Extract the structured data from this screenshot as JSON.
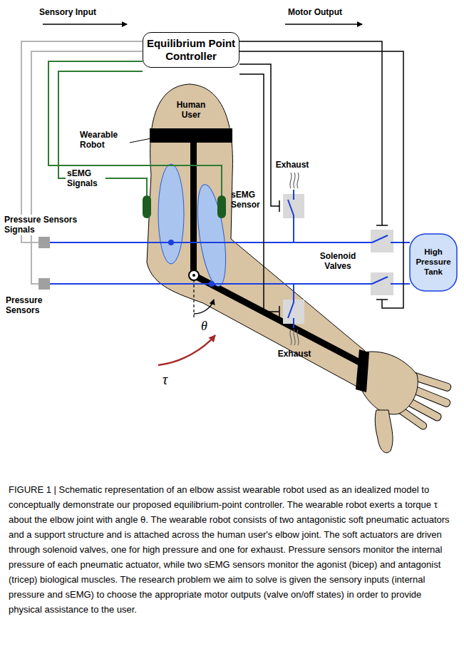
{
  "diagram": {
    "caption": "FIGURE 1 | Schematic representation of an elbow assist wearable robot used as an idealized model to conceptually demonstrate our proposed equilibrium-point controller. The wearable robot exerts a torque τ about the elbow joint with angle θ. The wearable robot consists of two antagonistic soft pneumatic actuators and a support structure and is attached across the human user's elbow joint. The soft actuators are driven through solenoid valves, one for high pressure and one for exhaust. Pressure sensors monitor the internal pressure of each pneumatic actuator, while two sEMG sensors monitor the agonist (bicep) and antagonist (tricep) biological muscles. The research problem we aim to solve is given the sensory inputs (internal pressure and sEMG) to choose the appropriate motor outputs (valve on/off states) in order to provide physical assistance to the user.",
    "nodes": [
      {
        "text": [
          "Equilibrium Point Controller"
        ]
      },
      {
        "text": [
          "High Pressure Tank"
        ]
      }
    ],
    "labels": [
      "Sensory Input",
      "Motor Output",
      "Wearable Robot",
      "Human User",
      "sEMG Signals",
      "sEMG Sensor",
      "Pressure Sensors Signals",
      "Pressure Sensors",
      "Exhaust",
      "Solenoid Valves",
      "Exhaust",
      "θ",
      "τ"
    ]
  }
}
